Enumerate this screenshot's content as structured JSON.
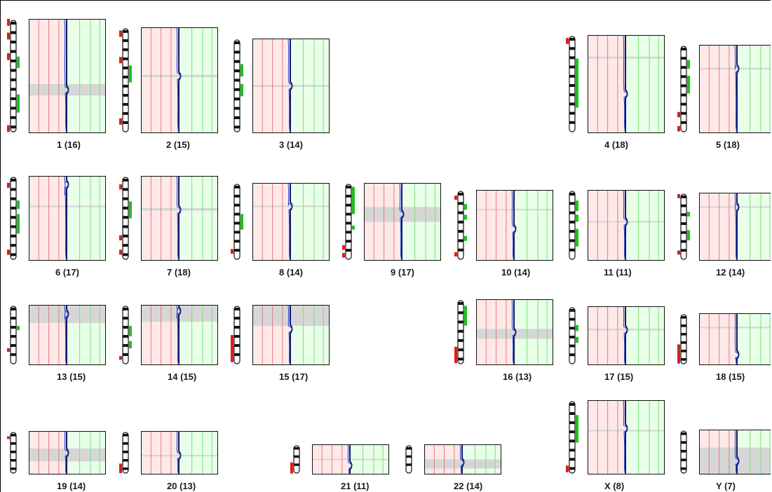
{
  "chart_data": {
    "type": "karyogram",
    "title": "",
    "panels": [
      {
        "chr": "1",
        "label": "1 (16)",
        "count": 16,
        "gray_band": [
          0.57,
          0.67
        ],
        "dip": 0.62,
        "red_marks": [
          0.0,
          0.12,
          0.3,
          0.93
        ],
        "green_marks": [
          [
            0.33,
            0.43
          ],
          [
            0.66,
            0.82
          ]
        ]
      },
      {
        "chr": "2",
        "label": "2 (15)",
        "count": 15,
        "gray_band": [
          0.45,
          0.47
        ],
        "dip": 0.46,
        "red_marks": [
          0.03,
          0.28,
          0.86
        ],
        "green_marks": [
          [
            0.36,
            0.52
          ]
        ]
      },
      {
        "chr": "3",
        "label": "3 (14)",
        "count": 14,
        "gray_band": [
          0.49,
          0.51
        ],
        "dip": 0.5,
        "red_marks": [],
        "green_marks": [
          [
            0.27,
            0.4
          ],
          [
            0.48,
            0.61
          ]
        ]
      },
      {
        "chr": "4",
        "label": "4 (18)",
        "count": 18,
        "gray_band": [
          0.22,
          0.24
        ],
        "dip": 0.6,
        "red_marks": [
          0.03
        ],
        "green_marks": [
          [
            0.24,
            0.74
          ]
        ]
      },
      {
        "chr": "5",
        "label": "5 (18)",
        "count": 18,
        "gray_band": [
          0.26,
          0.28
        ],
        "dip": 0.27,
        "red_marks": [
          0.76,
          0.92
        ],
        "green_marks": [
          [
            0.17,
            0.27
          ],
          [
            0.35,
            0.55
          ]
        ]
      },
      {
        "chr": "6",
        "label": "6 (17)",
        "count": 17,
        "gray_band": [
          0.35,
          0.37
        ],
        "dip": 0.1,
        "red_marks": [
          0.08,
          0.87
        ],
        "green_marks": [
          [
            0.29,
            0.39
          ],
          [
            0.45,
            0.68
          ]
        ]
      },
      {
        "chr": "7",
        "label": "7 (18)",
        "count": 18,
        "gray_band": [
          0.38,
          0.41
        ],
        "dip": 0.4,
        "red_marks": [
          0.1,
          0.7,
          0.87
        ],
        "green_marks": [
          [
            0.3,
            0.5
          ]
        ]
      },
      {
        "chr": "8",
        "label": "8 (14)",
        "count": 14,
        "gray_band": [
          0.29,
          0.31
        ],
        "dip": 0.3,
        "red_marks": [
          0.85
        ],
        "green_marks": [
          [
            0.4,
            0.6
          ]
        ]
      },
      {
        "chr": "9",
        "label": "9 (17)",
        "count": 17,
        "gray_band": [
          0.31,
          0.5
        ],
        "dip": 0.4,
        "red_marks": [
          0.8,
          0.9
        ],
        "green_marks": [
          [
            0.05,
            0.4
          ],
          [
            0.55,
            0.6
          ]
        ]
      },
      {
        "chr": "10",
        "label": "10 (14)",
        "count": 14,
        "gray_band": [
          0.27,
          0.29
        ],
        "dip": 0.55,
        "red_marks": [
          0.08,
          0.88
        ],
        "green_marks": [
          [
            0.2,
            0.28
          ],
          [
            0.35,
            0.42
          ],
          [
            0.65,
            0.72
          ]
        ]
      },
      {
        "chr": "11",
        "label": "11 (11)",
        "count": 11,
        "gray_band": [
          0.44,
          0.46
        ],
        "dip": 0.45,
        "red_marks": [],
        "green_marks": [
          [
            0.15,
            0.3
          ],
          [
            0.35,
            0.45
          ],
          [
            0.55,
            0.8
          ]
        ]
      },
      {
        "chr": "12",
        "label": "12 (14)",
        "count": 14,
        "gray_band": [
          0.2,
          0.22
        ],
        "dip": 0.21,
        "red_marks": [
          0.02,
          0.85
        ],
        "green_marks": [
          [
            0.28,
            0.35
          ],
          [
            0.55,
            0.7
          ]
        ]
      },
      {
        "chr": "13",
        "label": "13 (15)",
        "count": 15,
        "gray_band": [
          0.0,
          0.3
        ],
        "dip": 0.15,
        "red_marks": [
          0.72
        ],
        "green_marks": [
          [
            0.35,
            0.42
          ]
        ]
      },
      {
        "chr": "14",
        "label": "14 (15)",
        "count": 15,
        "gray_band": [
          0.0,
          0.28
        ],
        "dip": 0.1,
        "red_marks": [
          0.85
        ],
        "green_marks": [
          [
            0.35,
            0.52
          ],
          [
            0.6,
            0.72
          ]
        ]
      },
      {
        "chr": "15",
        "label": "15 (17)",
        "count": 17,
        "gray_band": [
          0.0,
          0.35
        ],
        "dip": 0.4,
        "red_marks": [
          [
            0.5,
            0.95
          ]
        ],
        "green_marks": []
      },
      {
        "chr": "16",
        "label": "16 (13)",
        "count": 13,
        "gray_band": [
          0.45,
          0.6
        ],
        "dip": 0.5,
        "red_marks": [
          [
            0.72,
            0.97
          ]
        ],
        "green_marks": [
          [
            0.1,
            0.4
          ]
        ]
      },
      {
        "chr": "17",
        "label": "17 (15)",
        "count": 15,
        "gray_band": [
          0.38,
          0.41
        ],
        "dip": 0.4,
        "red_marks": [],
        "green_marks": [
          [
            0.32,
            0.42
          ],
          [
            0.52,
            0.62
          ]
        ]
      },
      {
        "chr": "18",
        "label": "18 (15)",
        "count": 15,
        "gray_band": [
          0.26,
          0.29
        ],
        "dip": 0.8,
        "red_marks": [
          [
            0.6,
            0.97
          ]
        ],
        "green_marks": []
      },
      {
        "chr": "19",
        "label": "19 (14)",
        "count": 14,
        "gray_band": [
          0.4,
          0.7
        ],
        "dip": 0.5,
        "red_marks": [
          0.12
        ],
        "green_marks": []
      },
      {
        "chr": "20",
        "label": "20 (13)",
        "count": 13,
        "gray_band": [
          0.55,
          0.58
        ],
        "dip": 0.56,
        "red_marks": [
          [
            0.75,
            0.97
          ]
        ],
        "green_marks": []
      },
      {
        "chr": "21",
        "label": "21 (11)",
        "count": 11,
        "gray_band": [
          0.48,
          0.52
        ],
        "dip": 0.7,
        "red_marks": [
          [
            0.6,
            0.97
          ]
        ],
        "green_marks": []
      },
      {
        "chr": "22",
        "label": "22 (14)",
        "count": 14,
        "gray_band": [
          0.5,
          0.8
        ],
        "dip": 0.6,
        "red_marks": [],
        "green_marks": []
      },
      {
        "chr": "X",
        "label": "X (8)",
        "count": 8,
        "gray_band": [
          0.4,
          0.42
        ],
        "dip": 0.38,
        "red_marks": [
          [
            0.88,
            0.97
          ]
        ],
        "green_marks": [
          [
            0.2,
            0.57
          ]
        ]
      },
      {
        "chr": "Y",
        "label": "Y (7)",
        "count": 7,
        "gray_band": [
          0.4,
          1.0
        ],
        "dip": 0.7,
        "red_marks": [],
        "green_marks": []
      }
    ]
  },
  "colors": {
    "panel_red_bg": "#ffe8e8",
    "panel_green_bg": "#e8ffe8",
    "red_line": "#e37c7c",
    "green_line": "#7be07b",
    "gray_band": "#d6d6d6",
    "profile_blue": "#1f3fcf",
    "profile_dark": "#0d1a66",
    "loss_mark": "#dd1c1c",
    "gain_mark": "#20c020"
  },
  "icons": {
    "ideogram": "chromosome-ideogram-icon"
  }
}
